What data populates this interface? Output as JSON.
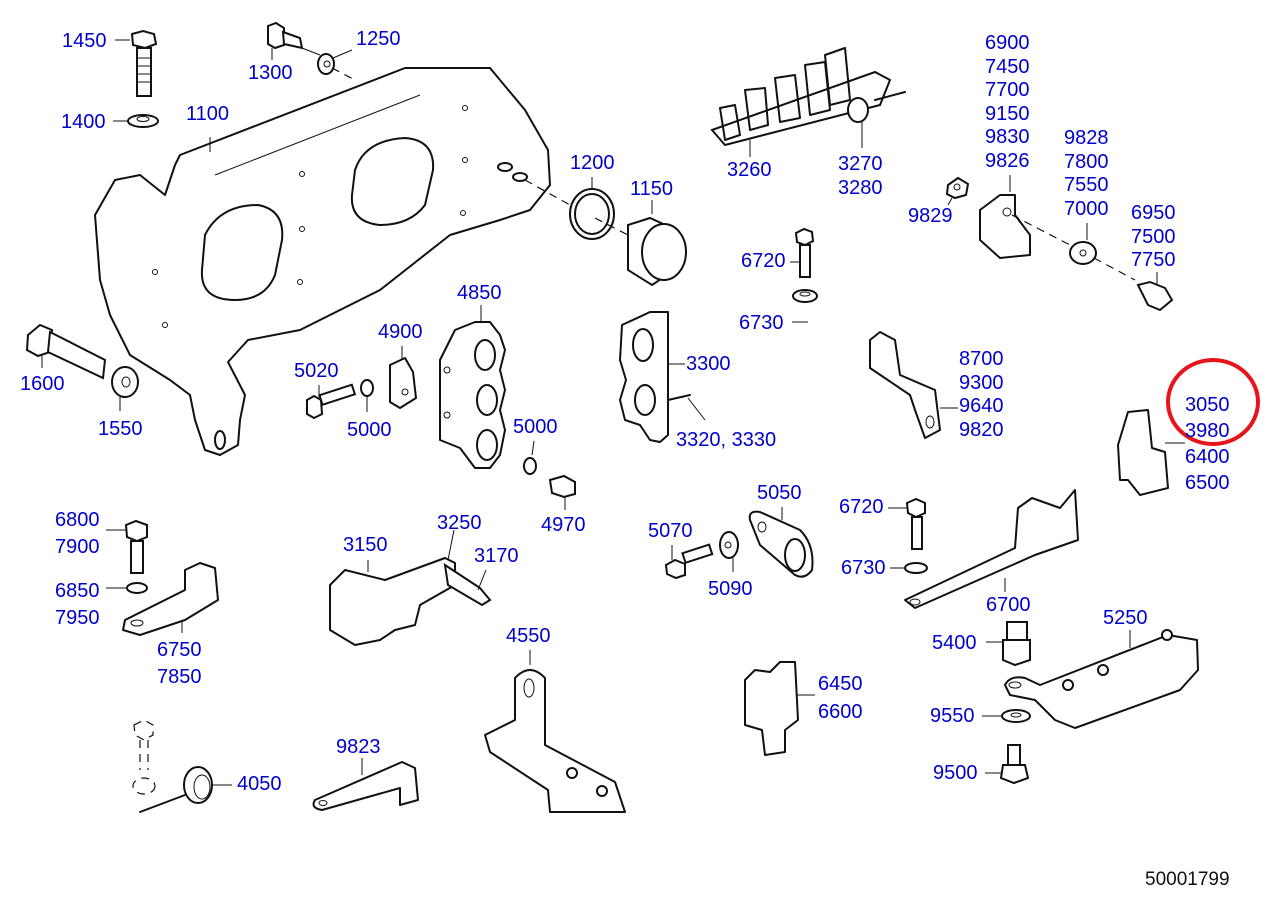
{
  "diagram": {
    "type": "exploded-parts-diagram",
    "reference_number": "50001799",
    "label_color": "#0000cc",
    "highlight_color": "#e8141c",
    "highlighted_callout": [
      "3050",
      "3980"
    ],
    "parts": {
      "p1450": [
        "1450"
      ],
      "p1250": [
        "1250"
      ],
      "p1300": [
        "1300"
      ],
      "p1400": [
        "1400"
      ],
      "p1100": [
        "1100"
      ],
      "p1200": [
        "1200"
      ],
      "p1150": [
        "1150"
      ],
      "p3260": [
        "3260"
      ],
      "p3270": [
        "3270",
        "3280"
      ],
      "p6900": [
        "6900",
        "7450",
        "7700",
        "9150",
        "9830",
        "9826"
      ],
      "p9828": [
        "9828",
        "7800",
        "7550",
        "7000"
      ],
      "p9829": [
        "9829"
      ],
      "p6950": [
        "6950",
        "7500",
        "7750"
      ],
      "p6720a": [
        "6720"
      ],
      "p6730a": [
        "6730"
      ],
      "p4850": [
        "4850"
      ],
      "p4900": [
        "4900"
      ],
      "p5020": [
        "5020"
      ],
      "p5000a": [
        "5000"
      ],
      "p5000b": [
        "5000"
      ],
      "p4970": [
        "4970"
      ],
      "p3300": [
        "3300"
      ],
      "p3320": [
        "3320, 3330"
      ],
      "p1600": [
        "1600"
      ],
      "p1550": [
        "1550"
      ],
      "p8700": [
        "8700",
        "9300",
        "9640",
        "9820"
      ],
      "p3050": [
        "3050",
        "3980",
        "6400",
        "6500"
      ],
      "p6800": [
        "6800",
        "7900"
      ],
      "p6850": [
        "6850",
        "7950"
      ],
      "p6750": [
        "6750",
        "7850"
      ],
      "p3150": [
        "3150"
      ],
      "p3250": [
        "3250"
      ],
      "p3170": [
        "3170"
      ],
      "p5070": [
        "5070"
      ],
      "p5090": [
        "5090"
      ],
      "p5050": [
        "5050"
      ],
      "p6720b": [
        "6720"
      ],
      "p6730b": [
        "6730"
      ],
      "p6700": [
        "6700"
      ],
      "p5400": [
        "5400"
      ],
      "p5250": [
        "5250"
      ],
      "p4550": [
        "4550"
      ],
      "p6450": [
        "6450",
        "6600"
      ],
      "p9550": [
        "9550"
      ],
      "p9500": [
        "9500"
      ],
      "p9823": [
        "9823"
      ],
      "p4050": [
        "4050"
      ]
    }
  }
}
